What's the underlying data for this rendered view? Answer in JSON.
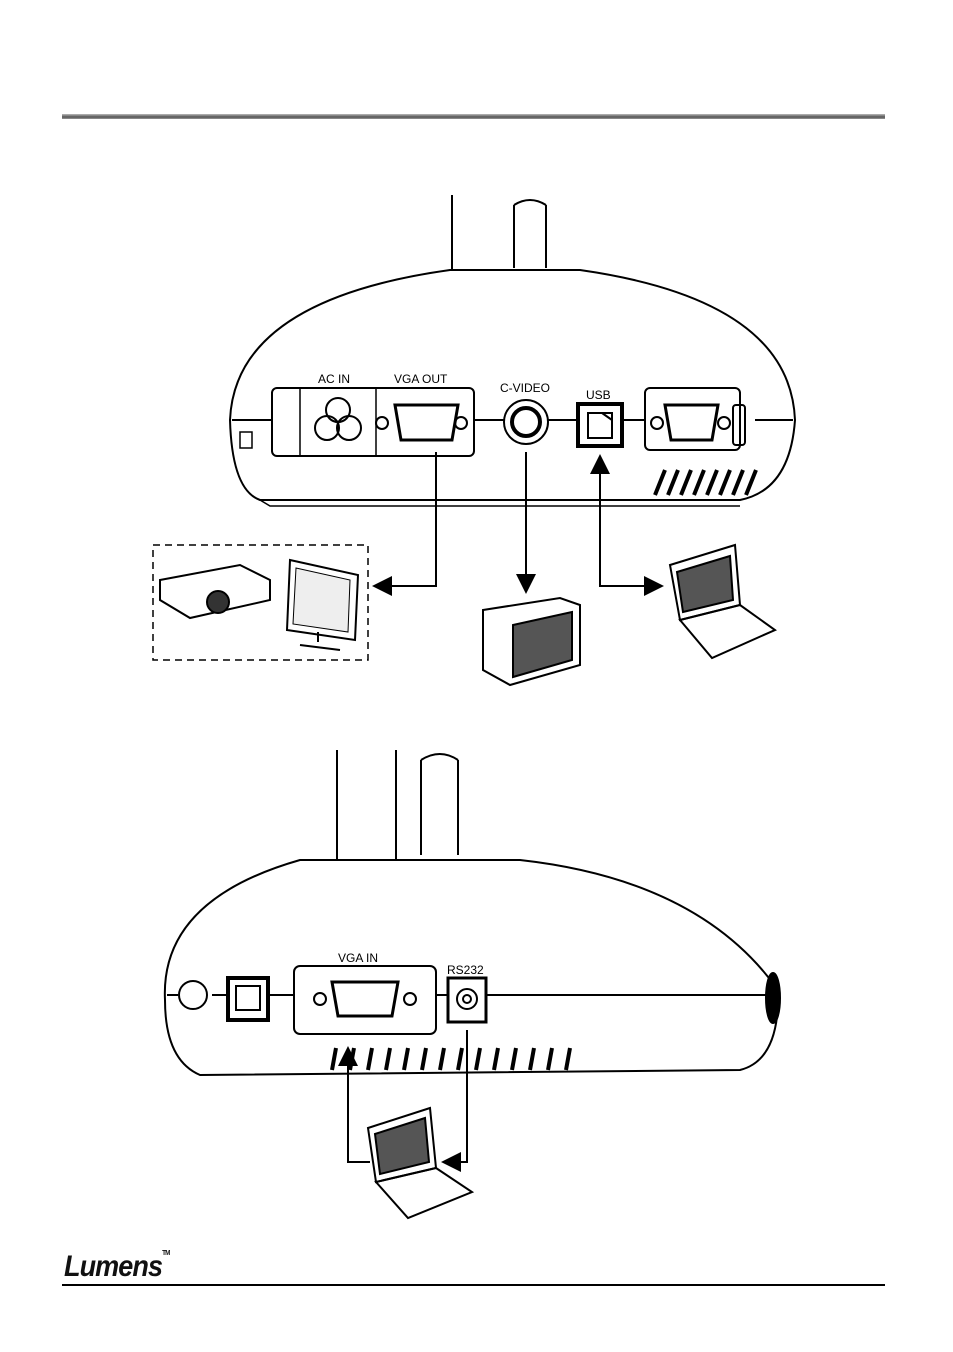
{
  "top_diagram": {
    "ports": {
      "ac_in": "AC IN",
      "vga_out": "VGA OUT",
      "c_video": "C-VIDEO",
      "usb": "USB"
    }
  },
  "bottom_diagram": {
    "ports": {
      "vga_in": "VGA IN",
      "rs232": "RS232"
    }
  },
  "footer": {
    "logo": "Lumens",
    "trademark": "TM"
  }
}
